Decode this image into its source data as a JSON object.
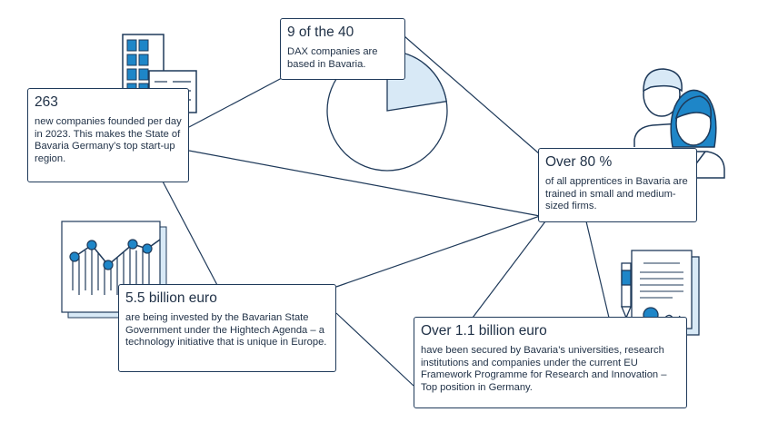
{
  "colors": {
    "line": "#1f3a5a",
    "accent_blue": "#1e86c8",
    "light_blue": "#d8e9f6",
    "text": "#1f3046"
  },
  "facts": {
    "startups": {
      "headline": "263",
      "text": "new companies founded per day in 2023. This makes the State of Bavaria Germany’s top start-up region."
    },
    "dax": {
      "headline": "9 of the 40",
      "text": "DAX companies are based in Bavaria."
    },
    "apprentices": {
      "headline": "Over 80 %",
      "text": "of all apprentices in Bavaria are trained in small and medium-sized firms."
    },
    "hightech": {
      "headline": "5.5 billion euro",
      "text": "are being invested by the Bavarian State Government under the Hightech Agenda – a technology initiative that is unique in Europe."
    },
    "eu_funding": {
      "headline": "Over 1.1 billion euro",
      "text": "have been secured by Bavaria’s universities, research institutions and companies under the current EU Framework Programme for Research and Innovation – Top position in Germany."
    }
  },
  "icons": [
    "office-building-icon",
    "pie-chart-icon",
    "people-icon",
    "line-chart-icon",
    "contract-pen-icon"
  ],
  "pie_share": {
    "value": 9,
    "total": 40
  }
}
